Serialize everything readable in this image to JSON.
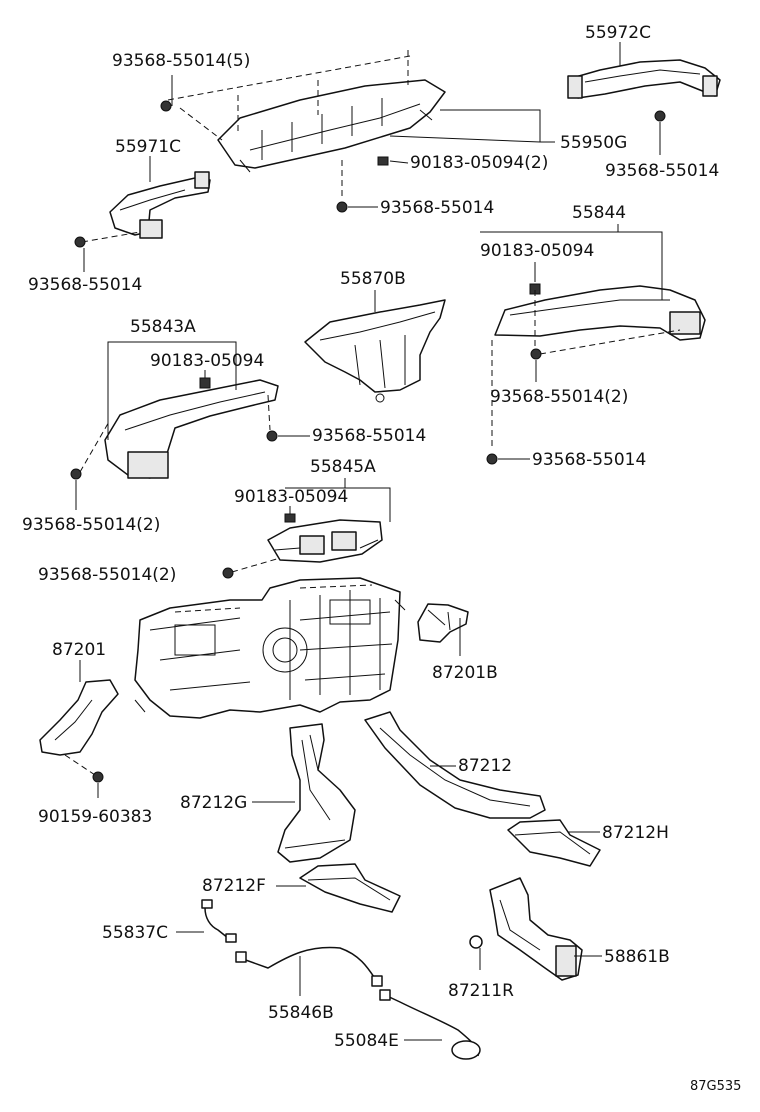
{
  "labels": {
    "l55972C": "55972C",
    "l93568_55014_5": "93568-55014(5)",
    "l55950G": "55950G",
    "l90183_05094_2": "90183-05094(2)",
    "l93568_55014_tr": "93568-55014",
    "l55971C": "55971C",
    "l93568_55014_c1": "93568-55014",
    "l55844": "55844",
    "l93568_55014_l": "93568-55014",
    "l90183_05094_r": "90183-05094",
    "l55870B": "55870B",
    "l55843A": "55843A",
    "l90183_05094_l": "90183-05094",
    "l93568_55014_2r": "93568-55014(2)",
    "l93568_55014_c2": "93568-55014",
    "l93568_55014_r2": "93568-55014",
    "l93568_55014_2l": "93568-55014(2)",
    "l55845A": "55845A",
    "l90183_05094_c": "90183-05094",
    "l93568_55014_2c": "93568-55014(2)",
    "l87201": "87201",
    "l87201B": "87201B",
    "l87212": "87212",
    "l87212G": "87212G",
    "l90159_60383": "90159-60383",
    "l87212H": "87212H",
    "l87212F": "87212F",
    "l55837C": "55837C",
    "l58861B": "58861B",
    "l87211R": "87211R",
    "l55846B": "55846B",
    "l55084E": "55084E",
    "ref": "87G535"
  }
}
